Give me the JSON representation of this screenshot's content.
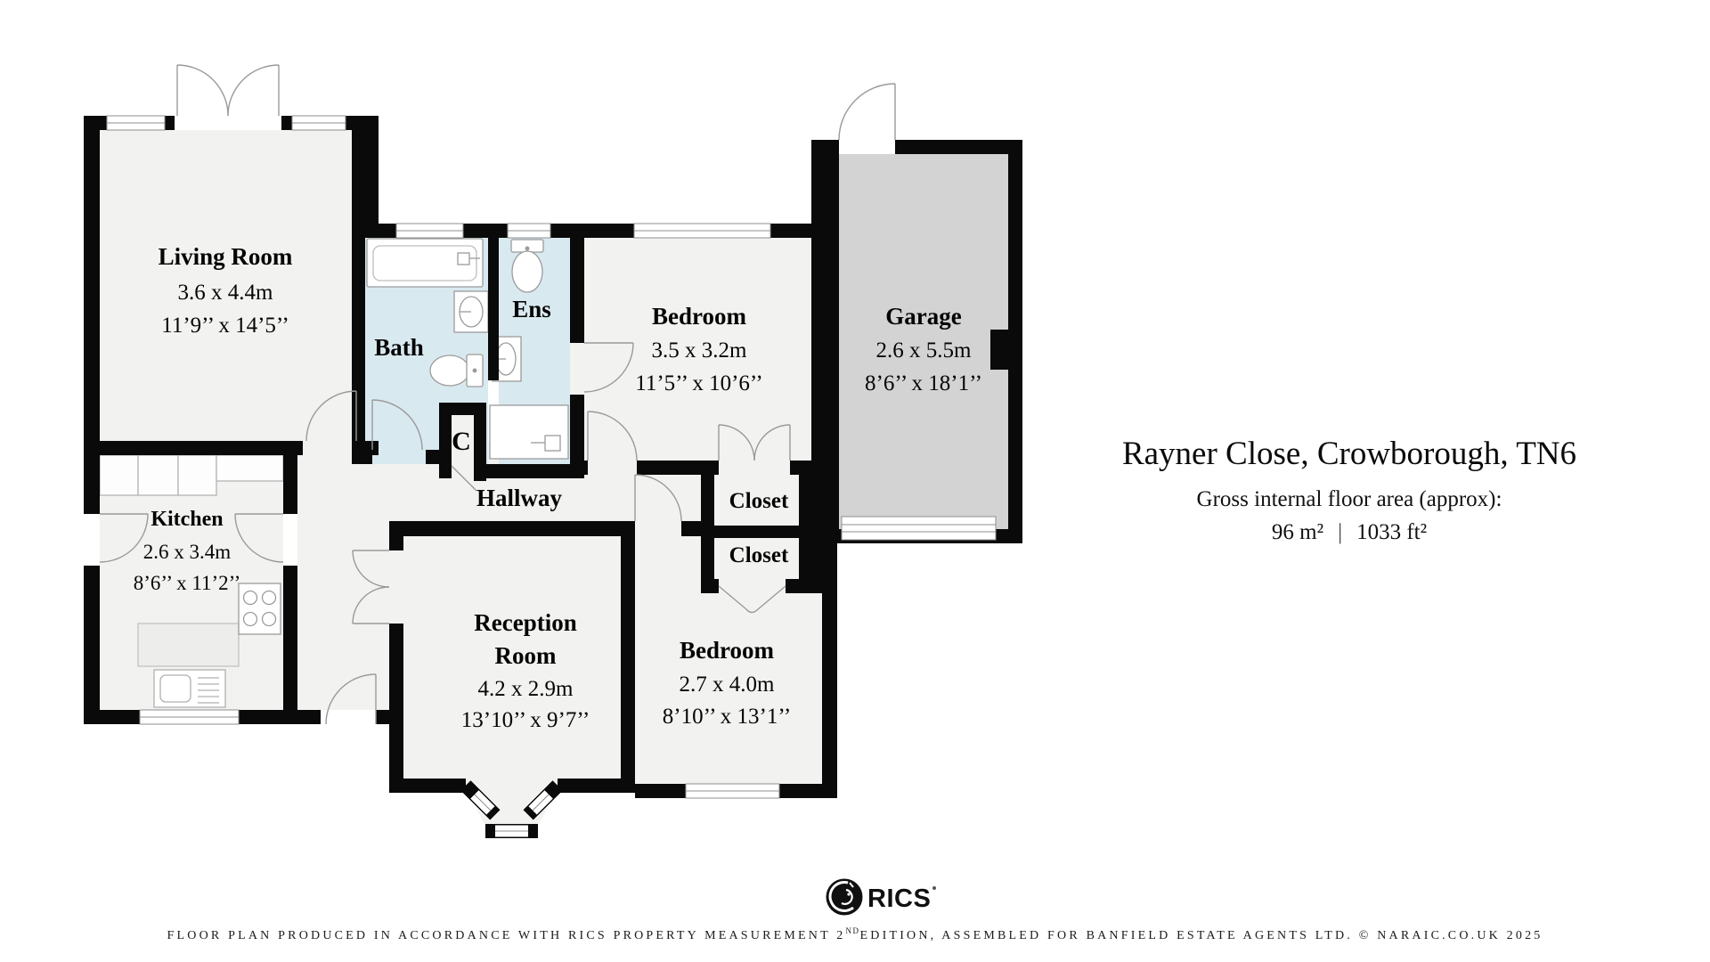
{
  "header": {
    "title": "Rayner Close, Crowborough, TN6",
    "subtitle": "Gross internal floor area (approx):",
    "area_metric": "96 m²",
    "separator": "|",
    "area_imperial": "1033 ft²"
  },
  "rooms": {
    "living": {
      "name": "Living Room",
      "metric": "3.6 x 4.4m",
      "imperial": "11’9’’ x 14’5’’"
    },
    "bath": {
      "name": "Bath"
    },
    "ensuite": {
      "name": "Ens"
    },
    "bedroom1": {
      "name": "Bedroom",
      "metric": "3.5 x 3.2m",
      "imperial": "11’5’’ x 10’6’’"
    },
    "garage": {
      "name": "Garage",
      "metric": "2.6 x 5.5m",
      "imperial": "8’6’’ x 18’1’’"
    },
    "kitchen": {
      "name": "Kitchen",
      "metric": "2.6 x 3.4m",
      "imperial": "8’6’’ x 11’2’’"
    },
    "hallway": {
      "name": "Hallway"
    },
    "cupboard": {
      "name": "C"
    },
    "closet_top": {
      "name": "Closet"
    },
    "closet_bottom": {
      "name": "Closet"
    },
    "reception": {
      "name_line1": "Reception",
      "name_line2": "Room",
      "metric": "4.2 x 2.9m",
      "imperial": "13’10’’ x 9’7’’"
    },
    "bedroom2": {
      "name": "Bedroom",
      "metric": "2.7 x 4.0m",
      "imperial": "8’10’’ x 13’1’’"
    }
  },
  "logo": {
    "text": "RICS"
  },
  "footer": {
    "part1": "FLOOR PLAN PRODUCED IN ACCORDANCE WITH RICS PROPERTY MEASUREMENT 2",
    "superscript": "ND",
    "part2": "EDITION, ASSEMBLED FOR BANFIELD ESTATE AGENTS LTD. © NARAIC.CO.UK 2025"
  },
  "colors": {
    "wall": "#0a0a0a",
    "floor": "#f2f2f0",
    "wet_room": "#d9e9f0",
    "garage_floor": "#d3d3d3"
  }
}
